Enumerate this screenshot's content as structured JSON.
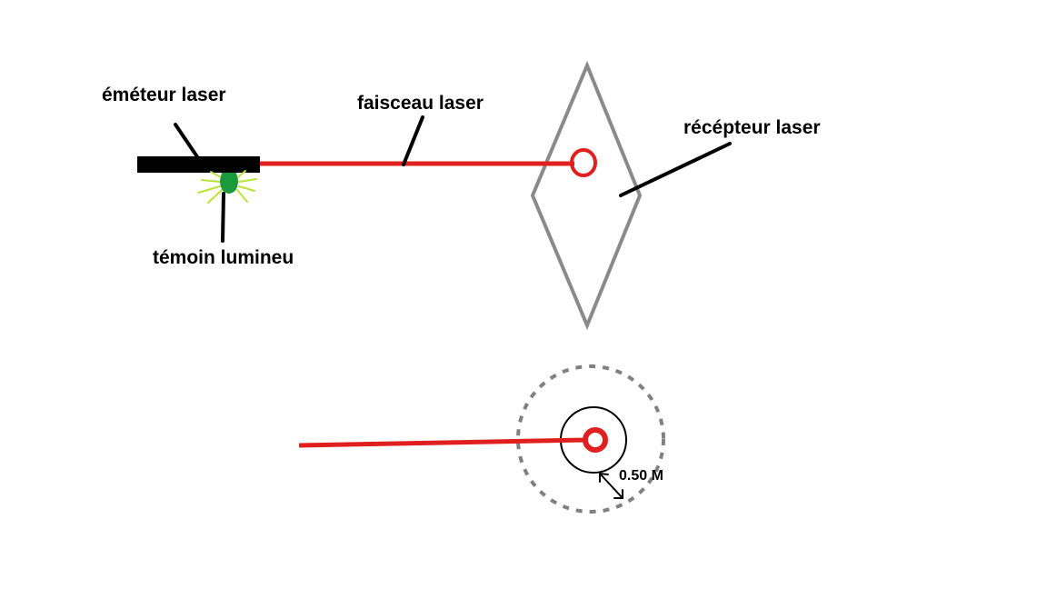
{
  "labels": {
    "emitter": "éméteur laser",
    "beam": "faisceau laser",
    "receiver": "récépteur laser",
    "indicator": "témoin lumineu",
    "distance": "0.50 M"
  },
  "colors": {
    "beam": "#e0201e",
    "emitter": "#000000",
    "receiver_outline": "#8a8a8a",
    "indicator_led": "#1a9a3a",
    "indicator_glow": "#b9e23a",
    "dashed_circle": "#808080"
  }
}
